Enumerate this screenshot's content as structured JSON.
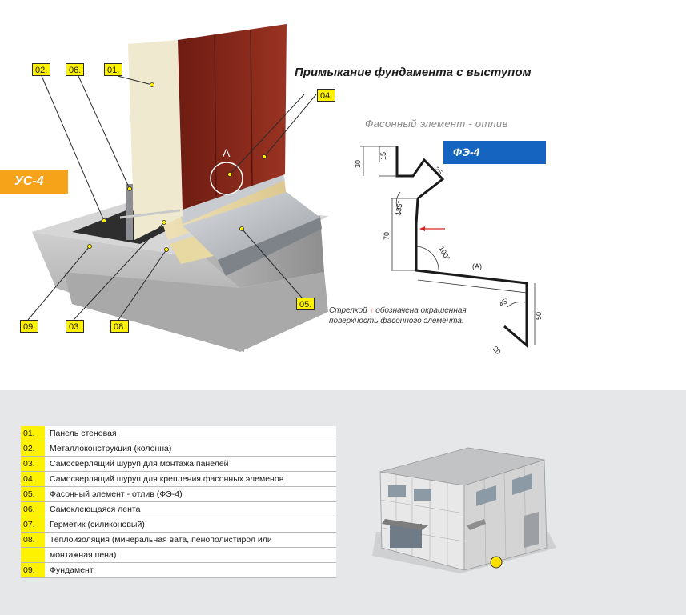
{
  "diagram": {
    "title": "Примыкание фундамента с выступом",
    "element_subtitle": "Фасонный элемент - отлив",
    "element_code": "ФЭ-4",
    "assembly_code": "УС-4",
    "detail_marker": "А",
    "callouts": {
      "c01": "01.",
      "c02": "02.",
      "c03": "03.",
      "c04": "04.",
      "c05": "05.",
      "c06": "06.",
      "c08": "08.",
      "c09": "09."
    },
    "note_prefix": "Стрелкой",
    "note_line1": "обозначена окрашенная",
    "note_line2": "поверхность фасонного элемента.",
    "dims": {
      "d15": "15",
      "d30": "30",
      "d25": "25",
      "d135": "135°",
      "d70": "70",
      "d100": "100°",
      "dA": "(А)",
      "d45": "45°",
      "d50": "50",
      "d20": "20"
    }
  },
  "legend": [
    {
      "num": "01.",
      "text": "Панель стеновая"
    },
    {
      "num": "02.",
      "text": "Металлоконструкция (колонна)"
    },
    {
      "num": "03.",
      "text": "Самосверлящий шуруп для монтажа панелей"
    },
    {
      "num": "04.",
      "text": "Самосверлящий шуруп для крепления фасонных элеменов"
    },
    {
      "num": "05.",
      "text": "Фасонный элемент - отлив (ФЭ-4)"
    },
    {
      "num": "06.",
      "text": "Самоклеющаяся лента"
    },
    {
      "num": "07.",
      "text": "Герметик (силиконовый)"
    },
    {
      "num": "08.",
      "text": "Теплоизоляция (минеральная вата, пенополистирол или"
    },
    {
      "num": "",
      "text": "монтажная пена)"
    },
    {
      "num": "09.",
      "text": "Фундамент"
    }
  ],
  "colors": {
    "panel_red": "#8b2a1c",
    "callout_yellow": "#fff200",
    "ribbon_orange": "#f6a31a",
    "badge_blue": "#1565c0",
    "bottom_bg": "#e6e7e8"
  }
}
